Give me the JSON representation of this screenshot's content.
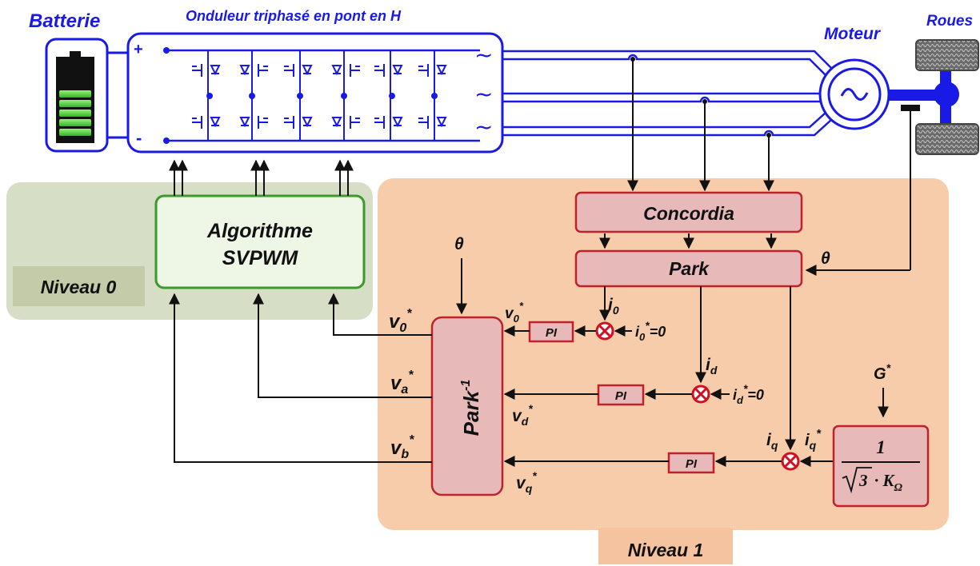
{
  "labels": {
    "battery": "Batterie",
    "inverter": "Onduleur triphasé en pont en H",
    "motor": "Moteur",
    "wheels": "Roues",
    "plus": "+",
    "minus": "-",
    "ac": "~"
  },
  "blocks": {
    "svpwm_line1": "Algorithme",
    "svpwm_line2": "SVPWM",
    "concordia": "Concordia",
    "park": "Park",
    "park_inv": "Park",
    "park_inv_exp": "-1",
    "pi": "PI",
    "gain_num": "1",
    "gain_sqrt": "3",
    "gain_k": "· K",
    "gain_sub": "Ω"
  },
  "levels": {
    "level0": "Niveau 0",
    "level1": "Niveau 1"
  },
  "signals": {
    "theta": "θ",
    "v0": "v",
    "v0_sub": "0",
    "va": "v",
    "va_sub": "a",
    "vb": "v",
    "vb_sub": "b",
    "vd": "v",
    "vd_sub": "d",
    "vq": "v",
    "vq_sub": "q",
    "star": "*",
    "i": "i",
    "i0_sub": "0",
    "id_sub": "d",
    "iq_sub": "q",
    "i0_ref": "=0",
    "id_ref": "=0",
    "g": "G",
    "sum_symbol": "⊗"
  },
  "colors": {
    "blue": "#1a1ae6",
    "green_bg": "#d6dec5",
    "green_tag": "#c3cba9",
    "orange_bg": "#f7ccab",
    "orange_tag": "#f5c3a0",
    "block_pink": "#e7b9b9",
    "block_red": "#c0212b",
    "svpwm_border": "#3a9a2a",
    "svpwm_fill": "#eef6e6"
  }
}
